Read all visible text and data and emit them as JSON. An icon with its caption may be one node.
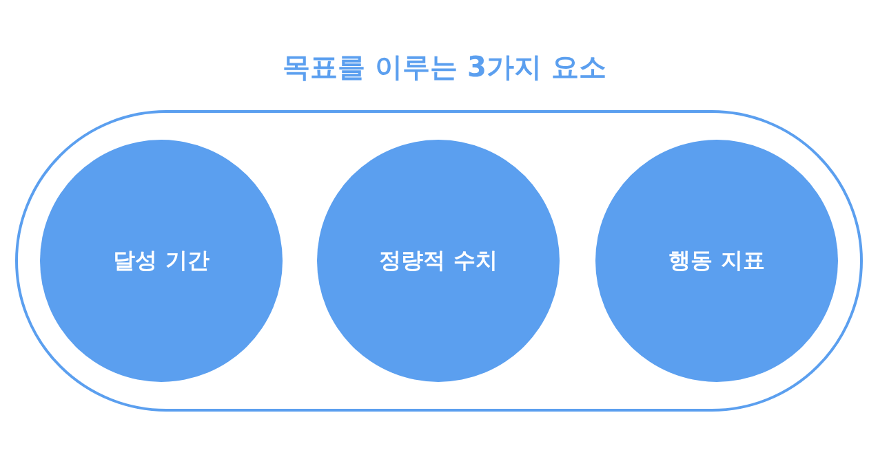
{
  "diagram": {
    "title": "목표를 이루는 3가지 요소",
    "nodes": [
      {
        "text": [],
        "shape": "band"
      },
      {
        "text": [
          "달성 기간"
        ],
        "in": 0
      },
      {
        "text": [
          "정량적 수치"
        ],
        "in": 0
      },
      {
        "text": [
          "행동 지표"
        ],
        "in": 0
      }
    ]
  }
}
